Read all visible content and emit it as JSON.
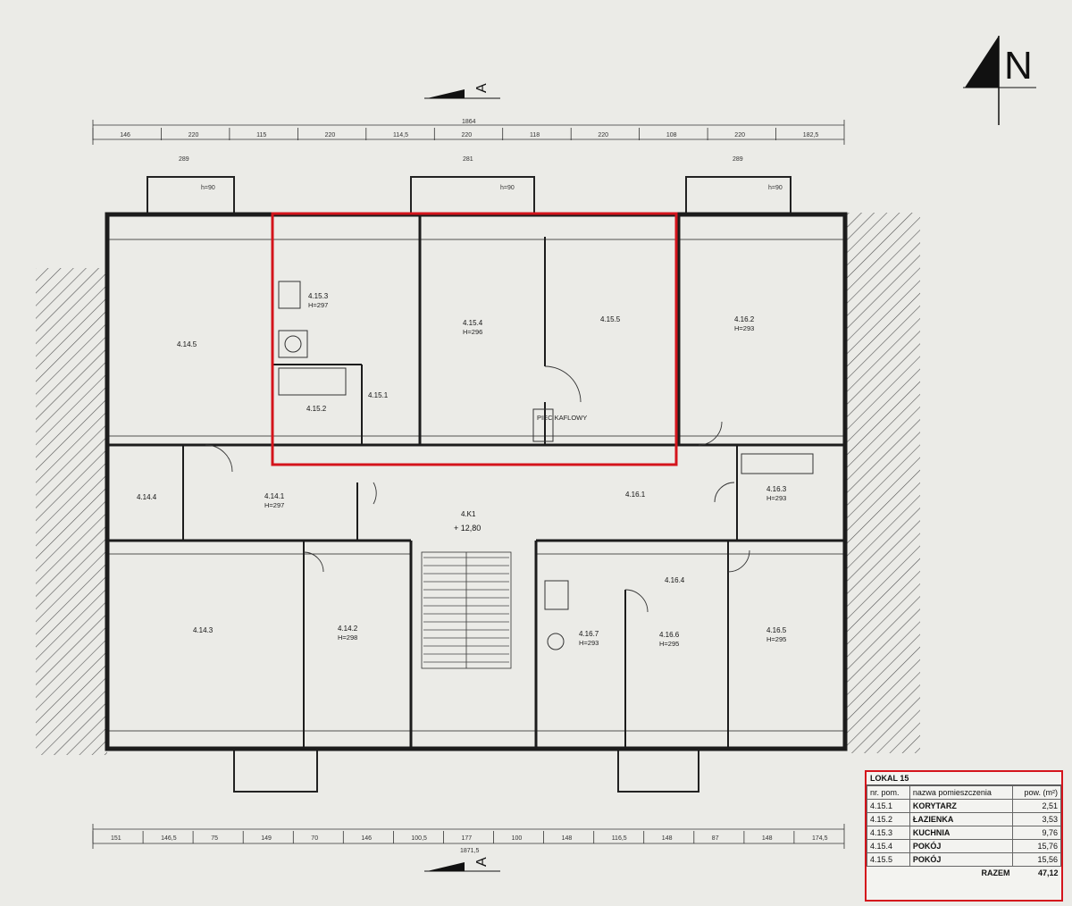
{
  "north": "N",
  "section": "A",
  "overall_top": "1864",
  "overall_bottom": "1871,5",
  "top_dims": [
    "146",
    "220",
    "115",
    "220",
    "114,5",
    "220",
    "118",
    "220",
    "108",
    "220",
    "182,5"
  ],
  "bottom_dims": [
    "151",
    "146,5",
    "75",
    "149",
    "70",
    "146",
    "100,5",
    "177",
    "100",
    "148",
    "116,5",
    "148",
    "87",
    "148",
    "174,5"
  ],
  "balcony_widths": [
    "289",
    "281",
    "289"
  ],
  "balcony_h": "h=90",
  "stair_level": "+ 12,80",
  "rooms": {
    "r4_15_3": {
      "code": "4.15.3",
      "h": "H=297"
    },
    "r4_15_4": {
      "code": "4.15.4",
      "h": "H=296"
    },
    "r4_15_5": {
      "code": "4.15.5",
      "h": ""
    },
    "r4_15_2": {
      "code": "4.15.2",
      "h": ""
    },
    "r4_15_1": {
      "code": "4.15.1",
      "h": ""
    },
    "r4_14_5": {
      "code": "4.14.5",
      "h": ""
    },
    "r4_16_2": {
      "code": "4.16.2",
      "h": "H=293"
    },
    "r4_14_4": {
      "code": "4.14.4",
      "h": ""
    },
    "r4_14_1": {
      "code": "4.14.1",
      "h": "H=297"
    },
    "r4_16_1": {
      "code": "4.16.1",
      "h": ""
    },
    "r4_16_3": {
      "code": "4.16.3",
      "h": "H=293"
    },
    "r4_14_3": {
      "code": "4.14.3",
      "h": ""
    },
    "r4_14_2": {
      "code": "4.14.2",
      "h": "H=298"
    },
    "r4_k1": {
      "code": "4.K1",
      "h": ""
    },
    "r4_16_7": {
      "code": "4.16.7",
      "h": "H=293"
    },
    "r4_16_4": {
      "code": "4.16.4",
      "h": ""
    },
    "r4_16_6": {
      "code": "4.16.6",
      "h": "H=295"
    },
    "r4_16_5": {
      "code": "4.16.5",
      "h": "H=295"
    }
  },
  "piec": "PIEC KAFLOWY",
  "legend": {
    "title": "LOKAL 15",
    "col_nr": "nr. pom.",
    "col_name": "nazwa pomieszczenia",
    "col_area": "pow. (m²)",
    "rows": [
      {
        "nr": "4.15.1",
        "name": "KORYTARZ",
        "area": "2,51"
      },
      {
        "nr": "4.15.2",
        "name": "ŁAZIENKA",
        "area": "3,53"
      },
      {
        "nr": "4.15.3",
        "name": "KUCHNIA",
        "area": "9,76"
      },
      {
        "nr": "4.15.4",
        "name": "POKÓJ",
        "area": "15,76"
      },
      {
        "nr": "4.15.5",
        "name": "POKÓJ",
        "area": "15,56"
      }
    ],
    "total_label": "RAZEM",
    "total": "47,12"
  },
  "colors": {
    "highlight": "#d4141c",
    "line": "#2a2a2a",
    "paper": "#ebebe7"
  }
}
